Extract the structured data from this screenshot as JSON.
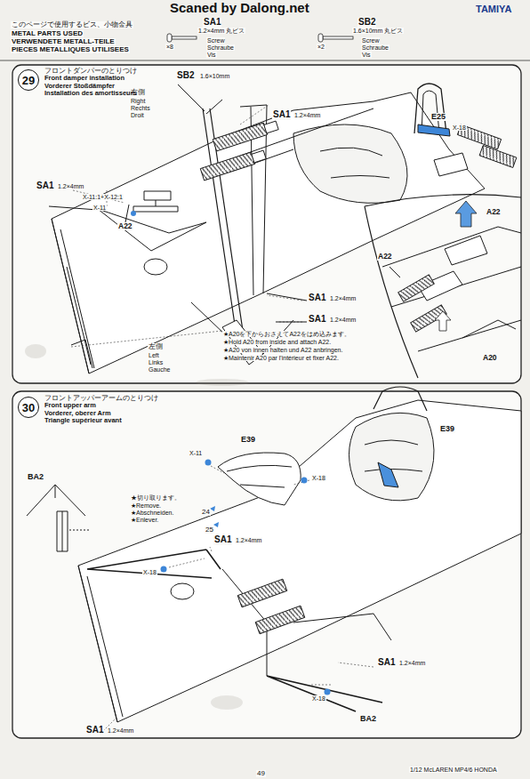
{
  "diagram": {
    "nodes": [
      {
        "text": [
          "29",
          "フロントダンパーのとりつけ",
          "Front damper installation",
          "Vorderer Stoßdämpfer",
          "Installation des amortisseurs"
        ]
      },
      {
        "text": [
          "30",
          "フロントアッパーアームのとりつけ",
          "Front upper arm",
          "Vorderer, oberer Arm",
          "Triangle supérieur avant"
        ]
      }
    ],
    "labels": [
      "Scaned by Dalong.net",
      "TAMIYA",
      "このページで使用するビス、小物金具",
      "METAL PARTS USED",
      "VERWENDETE METALL-TEILE",
      "PIECES METALLIQUES UTILISEES",
      "SA1",
      "1.2×4mm 丸ビス",
      "×8",
      "Screw",
      "Schraube",
      "Vis",
      "SB2",
      "1.6×10mm 丸ビス",
      "×2",
      "Screw",
      "Schraube",
      "Vis",
      "SB2",
      "1.6×10mm",
      "右側",
      "Right",
      "Rechts",
      "Droit",
      "SA1",
      "1.2×4mm",
      "SA1",
      "1.2×4mm",
      "X-11:1+X-12:1",
      "X-11",
      "A22",
      "E25",
      "X-18",
      "A22",
      "A22",
      "A20",
      "SA1",
      "1.2×4mm",
      "SA1",
      "1.2×4mm",
      "左側",
      "Left",
      "Links",
      "Gauche",
      "★A20を下からおさえてA22をはめ込みます。",
      "★Hold A20 from inside and attach A22.",
      "★A20 von innen halten und A22 anbringen.",
      "★Maintenir A20 par l'intérieur et fixer A22.",
      "X-11",
      "E39",
      "X-18",
      "24",
      "25",
      "★切り取ります。",
      "★Remove.",
      "★Abschneiden.",
      "★Enlever.",
      "BA2",
      "SA1",
      "1.2×4mm",
      "X-18",
      "E39",
      "SA1",
      "1.2×4mm",
      "X-18",
      "BA2",
      "SA1",
      "1.2×4mm",
      "1/12 McLAREN MP4/6 HONDA",
      "49"
    ]
  }
}
